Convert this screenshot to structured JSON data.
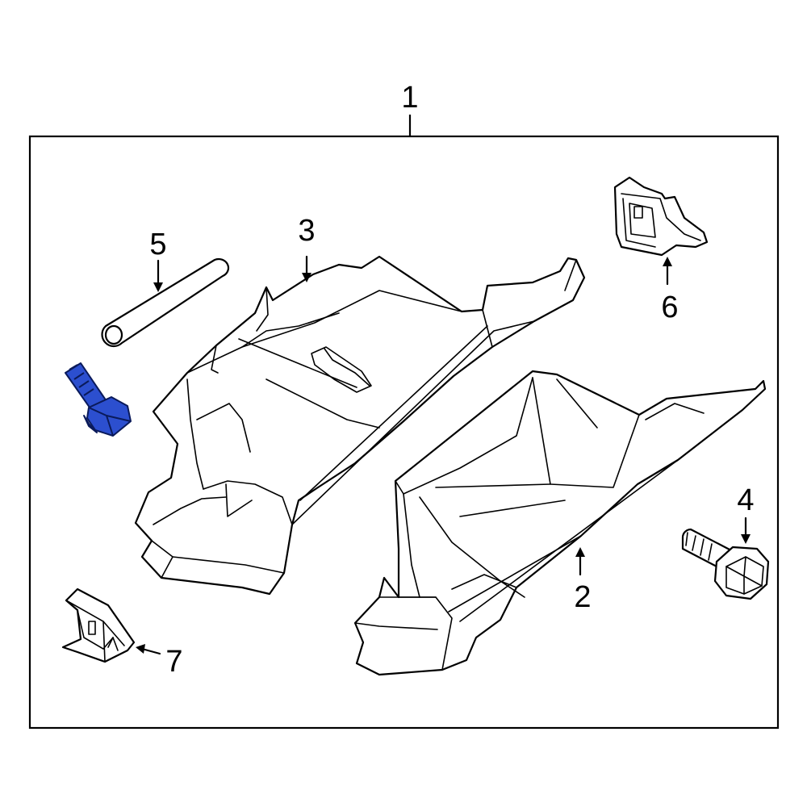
{
  "callouts": {
    "c1": "1",
    "c2": "2",
    "c3": "3",
    "c4": "4",
    "c5": "5",
    "c6": "6",
    "c7": "7"
  },
  "colors": {
    "highlight": "#2c4fcf",
    "highlight_dark": "#1a2e8a",
    "line": "#000000",
    "background": "#ffffff"
  }
}
